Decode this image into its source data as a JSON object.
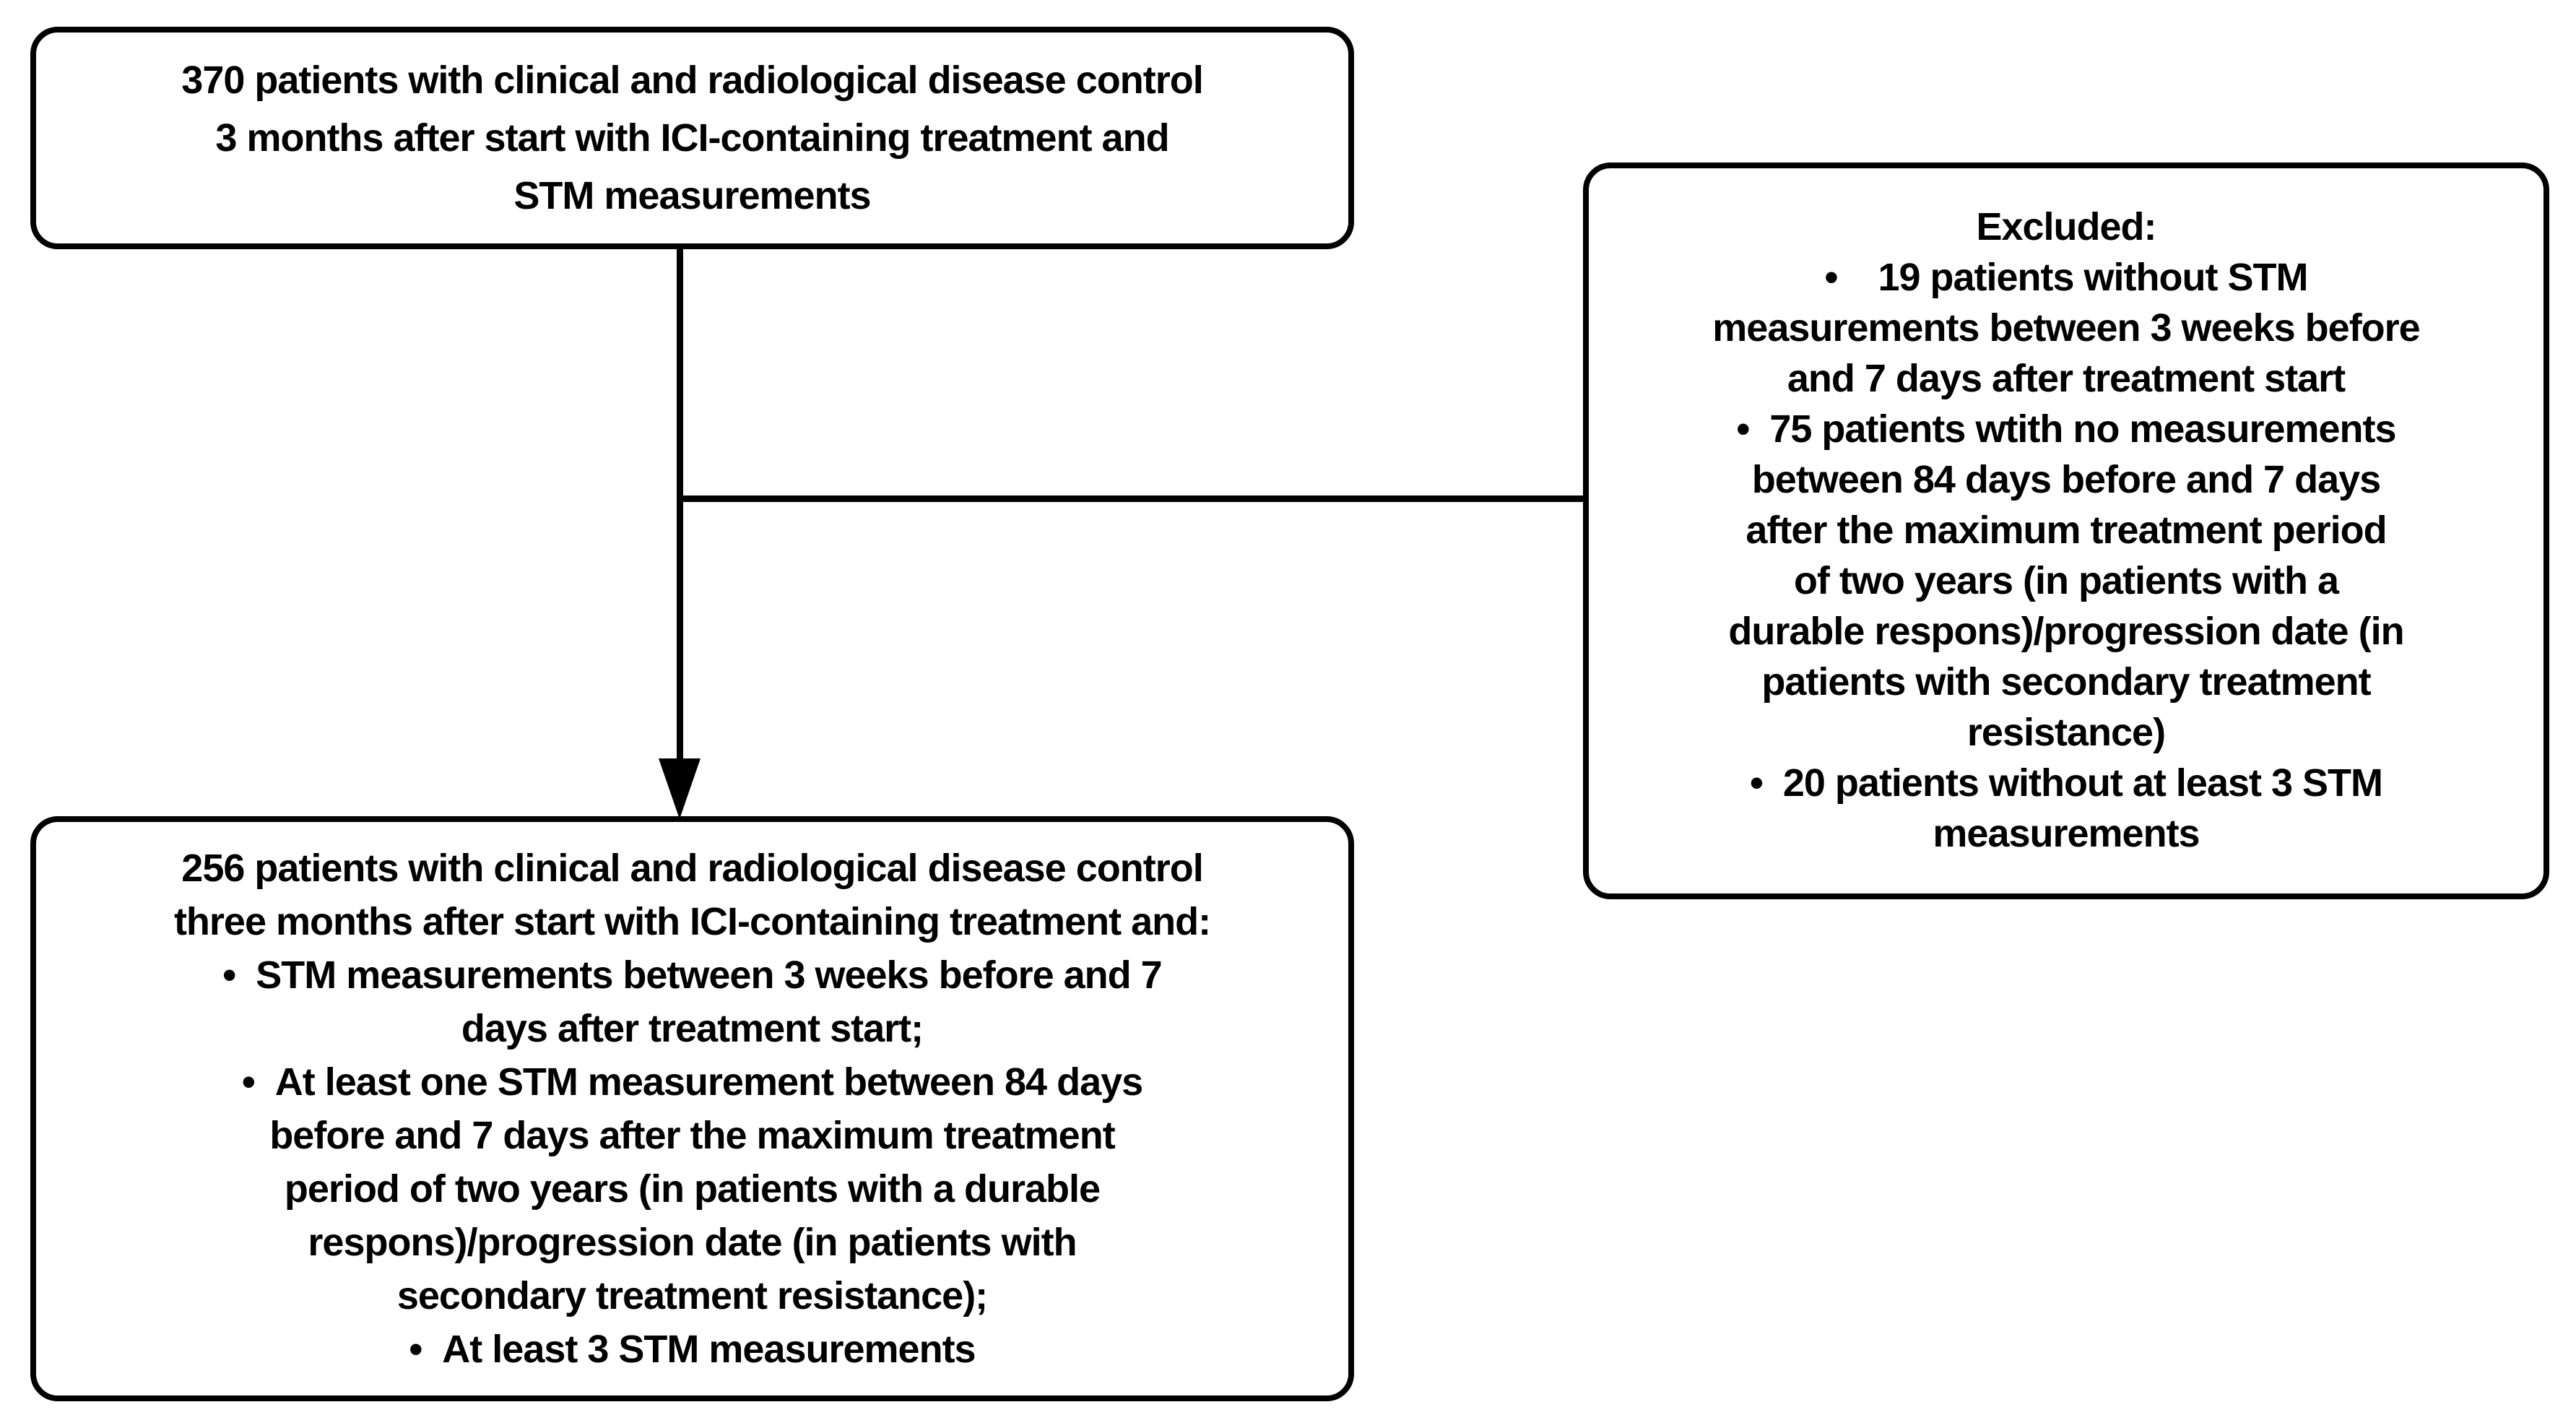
{
  "diagram": {
    "colors": {
      "background": "#ffffff",
      "border": "#000000",
      "text": "#000000"
    },
    "top_box": {
      "lines": [
        "370 patients with clinical and radiological disease control",
        "3 months after start with ICI-containing treatment and",
        "STM measurements"
      ]
    },
    "excluded_box": {
      "title": "Excluded:",
      "items": [
        {
          "bullet": "•",
          "lines": [
            "•    19 patients without STM",
            "measurements between 3 weeks before",
            "and 7 days after treatment start"
          ]
        },
        {
          "bullet": "•",
          "lines": [
            "•  75 patients wtith no measurements",
            "between 84 days before and 7 days",
            "after the maximum treatment period",
            "of two years (in patients with a",
            "durable respons)/progression date (in",
            "patients with secondary treatment",
            "resistance)"
          ]
        },
        {
          "bullet": "•",
          "lines": [
            "•  20 patients without at least 3 STM",
            "measurements"
          ]
        }
      ]
    },
    "bottom_box": {
      "intro_lines": [
        "256 patients with clinical and radiological disease control",
        "three months after start with ICI-containing treatment and:"
      ],
      "items": [
        {
          "bullet": "•",
          "lines": [
            "•  STM measurements between 3 weeks before and 7",
            "days after treatment start;"
          ]
        },
        {
          "bullet": "•",
          "lines": [
            "•  At least one STM measurement between 84 days",
            "before and 7 days after the maximum treatment",
            "period of two years (in patients with a durable",
            "respons)/progression date (in patients with",
            "secondary treatment resistance);"
          ]
        },
        {
          "bullet": "•",
          "lines": [
            "•  At least 3 STM measurements"
          ]
        }
      ]
    }
  }
}
